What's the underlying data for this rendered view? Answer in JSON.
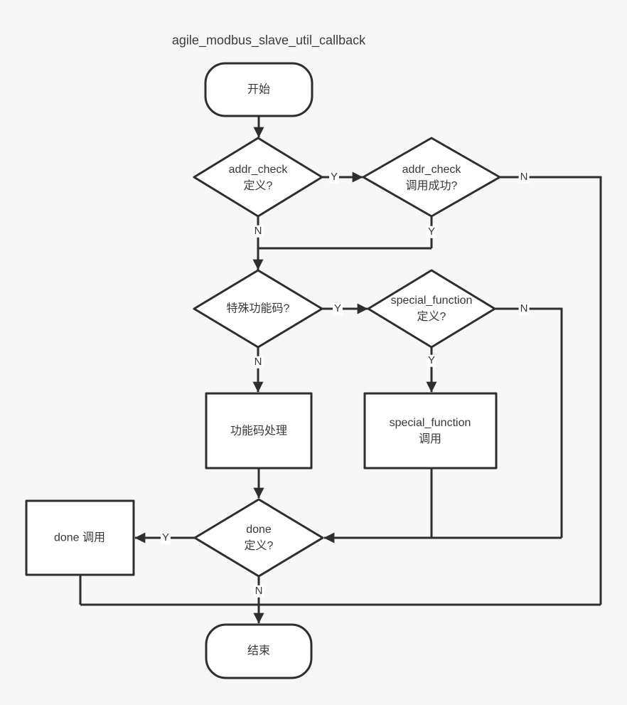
{
  "title": "agile_modbus_slave_util_callback",
  "colors": {
    "canvas": "#f7f7f7",
    "shape_fill": "#ffffff",
    "stroke": "#2e2e2e",
    "text": "#383838",
    "edge_label_bg": "#ffffff"
  },
  "nodes": {
    "start": {
      "type": "terminator",
      "label": "开始"
    },
    "addr_check_defined": {
      "type": "decision",
      "label": "addr_check\n定义?"
    },
    "addr_check_success": {
      "type": "decision",
      "label": "addr_check\n调用成功?"
    },
    "special_code": {
      "type": "decision",
      "label": "特殊功能码?"
    },
    "special_function_defined": {
      "type": "decision",
      "label": "special_function\n定义?"
    },
    "func_code_process": {
      "type": "process",
      "label": "功能码处理"
    },
    "special_function_call": {
      "type": "process",
      "label": "special_function\n调用"
    },
    "done_defined": {
      "type": "decision",
      "label": "done\n定义?"
    },
    "done_call": {
      "type": "process",
      "label": "done 调用"
    },
    "end": {
      "type": "terminator",
      "label": "结束"
    }
  },
  "edge_labels": {
    "addr_defined_yes": "Y",
    "addr_defined_no": "N",
    "addr_success_no": "N",
    "addr_success_yes": "Y",
    "special_code_yes": "Y",
    "special_code_no": "N",
    "special_defined_no": "N",
    "special_defined_yes": "Y",
    "done_defined_yes": "Y",
    "done_defined_no": "N"
  }
}
